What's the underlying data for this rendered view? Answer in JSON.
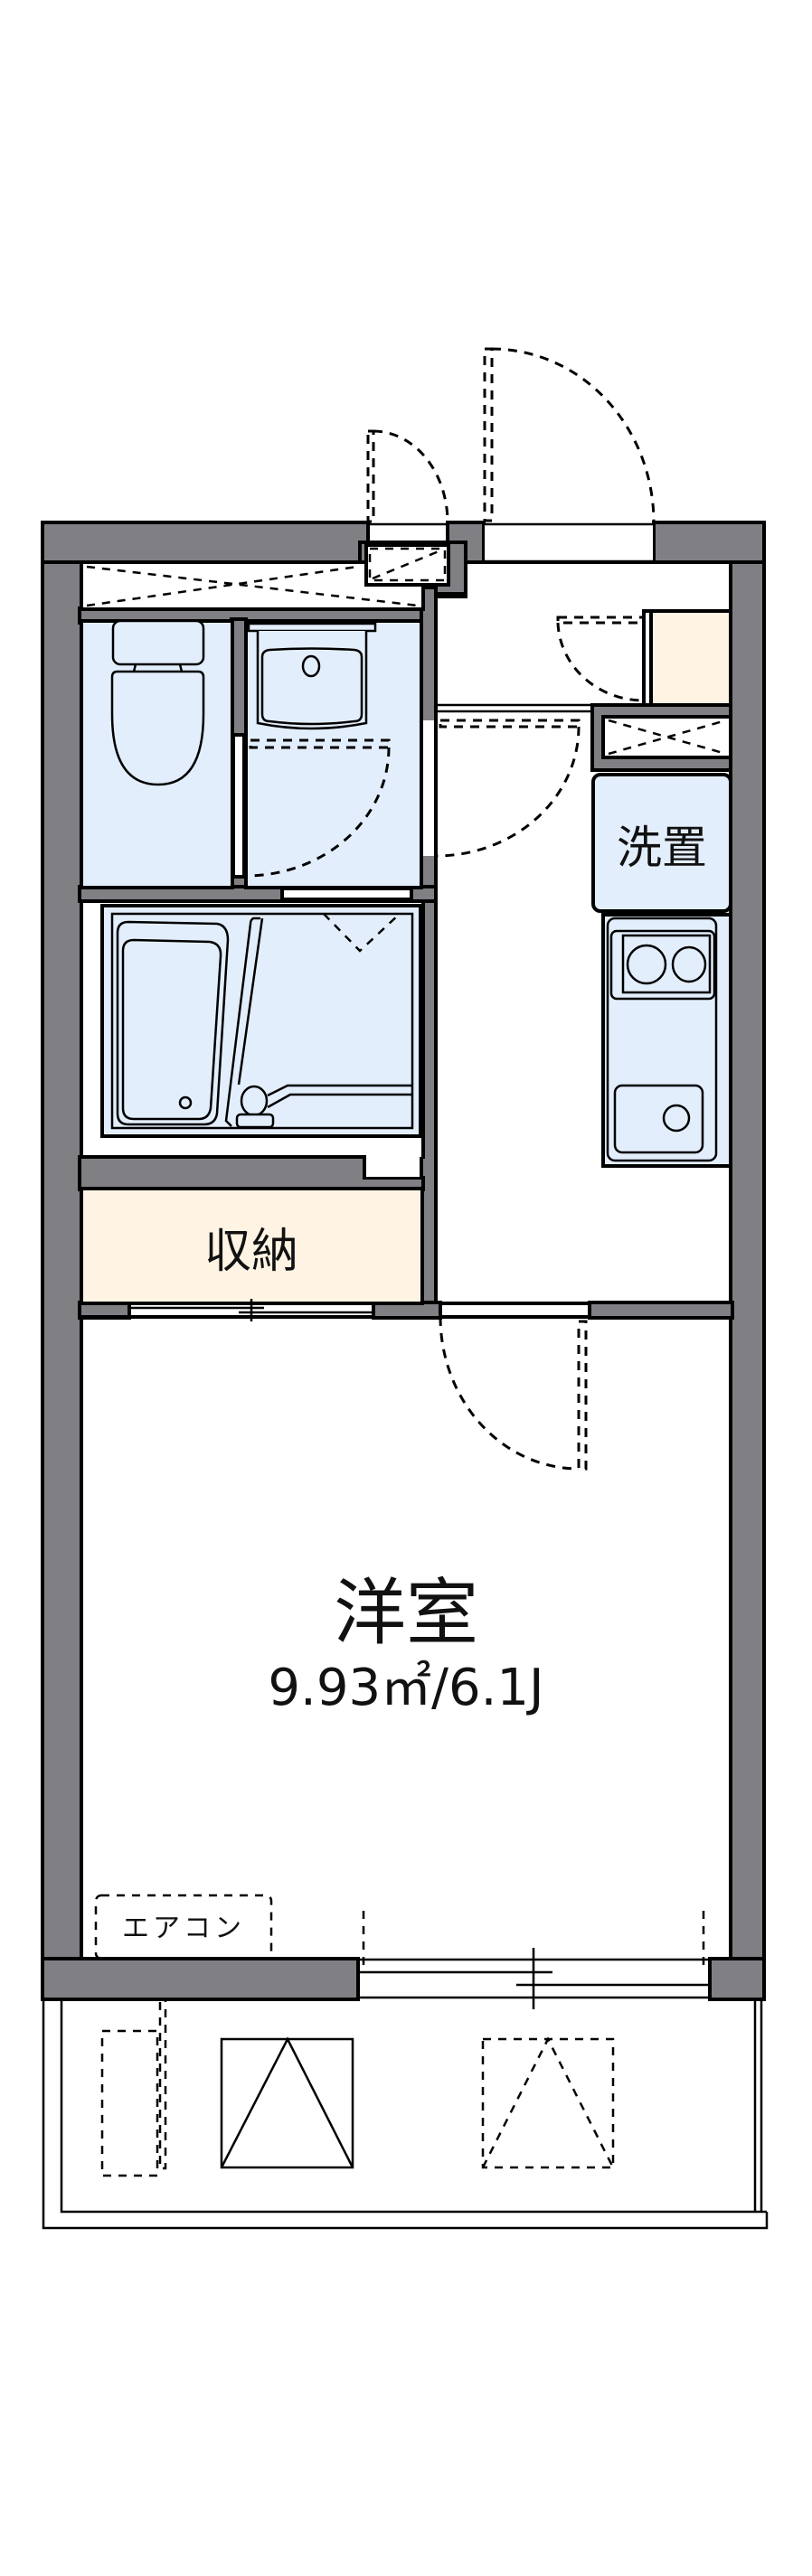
{
  "floorplan": {
    "rooms": {
      "western_room": {
        "name": "洋室",
        "area": "9.93㎡/6.1J"
      },
      "storage": {
        "name": "収納"
      },
      "washer_space": {
        "name": "洗置"
      },
      "aircon": {
        "name": "エアコン"
      }
    },
    "colors": {
      "wall": "#808084",
      "wet_area": "#e3eefc",
      "storage": "#fff4e3",
      "line": "#000000",
      "background": "#ffffff"
    }
  }
}
